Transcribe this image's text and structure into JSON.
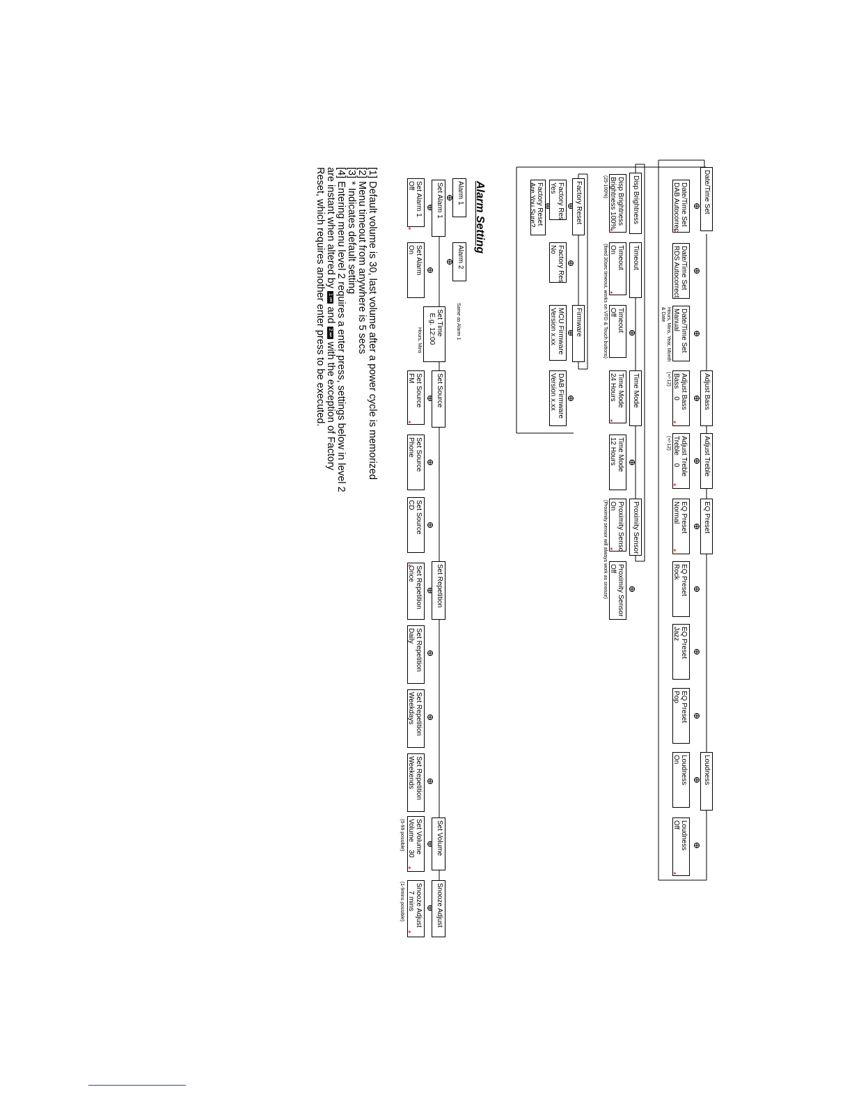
{
  "settings_menu": {
    "columns": [
      {
        "key": "datetime",
        "label": "Date/Time Set",
        "options": [
          {
            "label": "Date/Time Set\nDAB Autocorrect",
            "default": true,
            "note": ""
          },
          {
            "label": "Date/Time Set\nRDS Autocorrect",
            "default": false,
            "note": ""
          },
          {
            "label": "Date/Time Set\nManual",
            "default": false,
            "note": "Hours, Mins, Year, Month\n& Date"
          }
        ]
      },
      {
        "key": "bass",
        "label": "Adjust Bass",
        "options": [
          {
            "label": "Adjust Bass\nBass    0",
            "default": true,
            "note": "(+/-12)"
          }
        ]
      },
      {
        "key": "treble",
        "label": "Adjust Treble",
        "options": [
          {
            "label": "Adjust Treble\nTreble    0",
            "default": true,
            "note": "(+/-12)"
          }
        ]
      },
      {
        "key": "eq",
        "label": "EQ Preset",
        "options": [
          {
            "label": "EQ Preset\nNormal",
            "default": true,
            "note": ""
          },
          {
            "label": "EQ Preset\nRock",
            "default": false,
            "note": ""
          },
          {
            "label": "EQ Preset\nJazz",
            "default": false,
            "note": ""
          },
          {
            "label": "EQ Preset\nPop",
            "default": false,
            "note": ""
          }
        ]
      },
      {
        "key": "loudness",
        "label": "Loudness",
        "options": [
          {
            "label": "Loudness\nOn",
            "default": false,
            "note": ""
          },
          {
            "label": "Loudness\nOff",
            "default": true,
            "note": ""
          }
        ]
      }
    ],
    "row2": [
      {
        "key": "brightness",
        "label": "Disp Brightness",
        "options": [
          {
            "label": "Disp Brightness\nBrightness 100%",
            "default": true,
            "note": "(25-100%)"
          }
        ]
      },
      {
        "key": "timeout",
        "label": "Timeout",
        "options": [
          {
            "label": "Timeout\nOn",
            "default": true,
            "note": ""
          },
          {
            "label": "Timeout\nOff",
            "default": false,
            "note": ""
          }
        ],
        "note": "(fixed 30sec timeout, works on VFD & Touch buttons)"
      },
      {
        "key": "timemode",
        "label": "Time Mode",
        "options": [
          {
            "label": "Time Mode\n24 Hours",
            "default": true,
            "note": ""
          },
          {
            "label": "Time Mode\n12 Hours",
            "default": false,
            "note": ""
          }
        ]
      },
      {
        "key": "proximity",
        "label": "Proximity Sensor",
        "options": [
          {
            "label": "Proximity Sensor\nOn",
            "default": true,
            "note": ""
          },
          {
            "label": "Proximity Sensor\nOff",
            "default": false,
            "note": ""
          }
        ],
        "note": "(Proximity sensor will always work as snooze)"
      }
    ],
    "row3": [
      {
        "key": "factory",
        "label": "Factory Reset",
        "options": [
          {
            "label": "Factory Reset\nYes",
            "default": false,
            "note": ""
          },
          {
            "label": "Factory Reset\nNo",
            "default": false,
            "note": ""
          }
        ],
        "confirm": "Factory Reset\nAre You Sure?"
      },
      {
        "key": "firmware",
        "label": "Firmware",
        "options": [
          {
            "label": "MCU Firmware\nVersion x.xx",
            "default": false,
            "note": ""
          },
          {
            "label": "DAB Firmware\nVersion x.xx",
            "default": false,
            "note": ""
          }
        ]
      }
    ]
  },
  "alarm": {
    "title": "Alarm Setting",
    "alarm1": "Alarm 1",
    "alarm2": "Alarm 2",
    "same_note": "Same as Alarm 1",
    "set_alarm": "Set Alarm 1",
    "set_alarm_off": "Set Alarm 1\nOff",
    "set_alarm_on": "Set Alarm\nOn",
    "set_time": "Set Time\n  E.g. 12:00",
    "set_time_note": "Hours, Mins",
    "set_source": "Set Source",
    "sources": [
      "Set Source\nFM",
      "Set Source\nPhone",
      "Set Source\nCD"
    ],
    "set_repetition": "Set Repetition",
    "repetitions": [
      "Set Repetition\nOnce",
      "Set Repetition\nDaily",
      "Set Repetition\nWeekdays",
      "Set Repetition\nWeekends"
    ],
    "set_volume": "Set Volume",
    "volume_opt": "Set Volume\nVolume    30",
    "volume_note": "(0-99 possible)",
    "snooze": "Snooze Adjust",
    "snooze_opt": "Snooze Adjust\n    7 mins",
    "snooze_note": "(1-9mins possible)"
  },
  "footnotes": {
    "n1": "[1] Default volume is 30, last volume after a power cycle is memorized",
    "n2": "[2] Menu timeout from anywhere is 5 secs",
    "n3": "[3] * Indicates default setting",
    "n4a": "[4] Entering menu level 2 requires a enter press, settings below in level 2",
    "n4b_pre": "are instant when altered by",
    "key1": "1 ⏮",
    "n4b_mid": "and",
    "key2": "2 ⏭",
    "n4b_post": "with the exception of Factory",
    "n4c": "Reset, which requires another enter press to be executed."
  },
  "default_marker": "*"
}
